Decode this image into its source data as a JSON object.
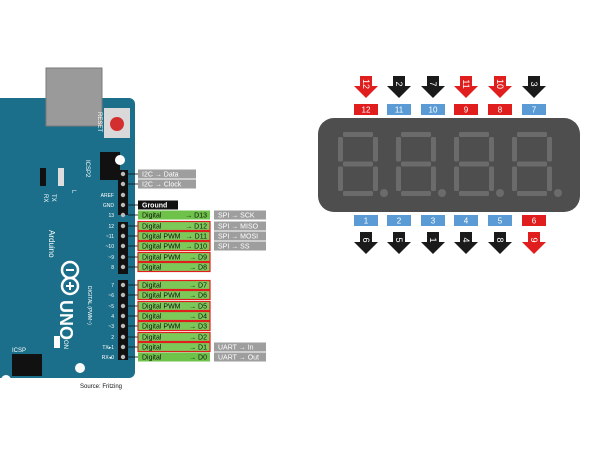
{
  "board": {
    "brand": "Arduino",
    "model": "UNO",
    "reset_label": "RESET",
    "icsp2_label": "ICSP2",
    "icsp_label": "ICSP",
    "on_label": "ON",
    "l_label": "L",
    "tx_label": "TX",
    "rx_label": "RX",
    "digital_label": "DIGITAL (PWM~)",
    "source": "Source: Fritzing",
    "board_color": "#1b6f8a",
    "top_pins": [
      {
        "num": "",
        "alt": "I2C → Data"
      },
      {
        "num": "",
        "alt": "I2C → Clock"
      },
      {
        "num": "AREF",
        "alt": ""
      },
      {
        "num": "GND",
        "alt": ""
      }
    ],
    "ground_label": "Ground",
    "pins": [
      {
        "num": "13",
        "fn": "Digital",
        "pin": "→ D13",
        "alt": "SPI → SCK",
        "color": "green"
      },
      {
        "num": "12",
        "fn": "Digital",
        "pin": "→ D12",
        "alt": "SPI → MISO",
        "color": "red"
      },
      {
        "num": "~11",
        "fn": "Digital PWM",
        "pin": "→ D11",
        "alt": "SPI → MOSI",
        "color": "red"
      },
      {
        "num": "~10",
        "fn": "Digital PWM",
        "pin": "→ D10",
        "alt": "SPI → SS",
        "color": "red"
      },
      {
        "num": "~9",
        "fn": "Digital PWM",
        "pin": "→ D9",
        "alt": "",
        "color": "red"
      },
      {
        "num": "8",
        "fn": "Digital",
        "pin": "→ D8",
        "alt": "",
        "color": "red"
      },
      {
        "num": "7",
        "fn": "Digital",
        "pin": "→ D7",
        "alt": "",
        "color": "red"
      },
      {
        "num": "~6",
        "fn": "Digital PWM",
        "pin": "→ D6",
        "alt": "",
        "color": "red"
      },
      {
        "num": "~5",
        "fn": "Digital PWM",
        "pin": "→ D5",
        "alt": "",
        "color": "red"
      },
      {
        "num": "4",
        "fn": "Digital",
        "pin": "→ D4",
        "alt": "",
        "color": "red"
      },
      {
        "num": "~3",
        "fn": "Digital PWM",
        "pin": "→ D3",
        "alt": "",
        "color": "red"
      },
      {
        "num": "2",
        "fn": "Digital",
        "pin": "→ D2",
        "alt": "",
        "color": "red"
      },
      {
        "num": "TX▸1",
        "fn": "Digital",
        "pin": "→ D1",
        "alt": "UART → In",
        "color": "red"
      },
      {
        "num": "RX◂0",
        "fn": "Digital",
        "pin": "→ D0",
        "alt": "UART → Out",
        "color": "green"
      }
    ]
  },
  "display": {
    "body_color": "#4e4e4e",
    "segment_color": "#6b6b6b",
    "top_pins": [
      {
        "label": "12",
        "arrow": "12",
        "color": "red"
      },
      {
        "label": "11",
        "arrow": "2",
        "color": "blue"
      },
      {
        "label": "10",
        "arrow": "7",
        "color": "blue"
      },
      {
        "label": "9",
        "arrow": "11",
        "color": "red"
      },
      {
        "label": "8",
        "arrow": "10",
        "color": "red"
      },
      {
        "label": "7",
        "arrow": "3",
        "color": "blue"
      }
    ],
    "bottom_pins": [
      {
        "label": "1",
        "arrow": "6",
        "color": "blue"
      },
      {
        "label": "2",
        "arrow": "5",
        "color": "blue"
      },
      {
        "label": "3",
        "arrow": "1",
        "color": "blue"
      },
      {
        "label": "4",
        "arrow": "4",
        "color": "blue"
      },
      {
        "label": "5",
        "arrow": "8",
        "color": "blue"
      },
      {
        "label": "6",
        "arrow": "9",
        "color": "red"
      }
    ]
  },
  "colors": {
    "red": "#e01e1e",
    "blue": "#5b9bd5",
    "black": "#1a1a1a",
    "green": "#6ec24a",
    "gray": "#9e9e9e"
  }
}
